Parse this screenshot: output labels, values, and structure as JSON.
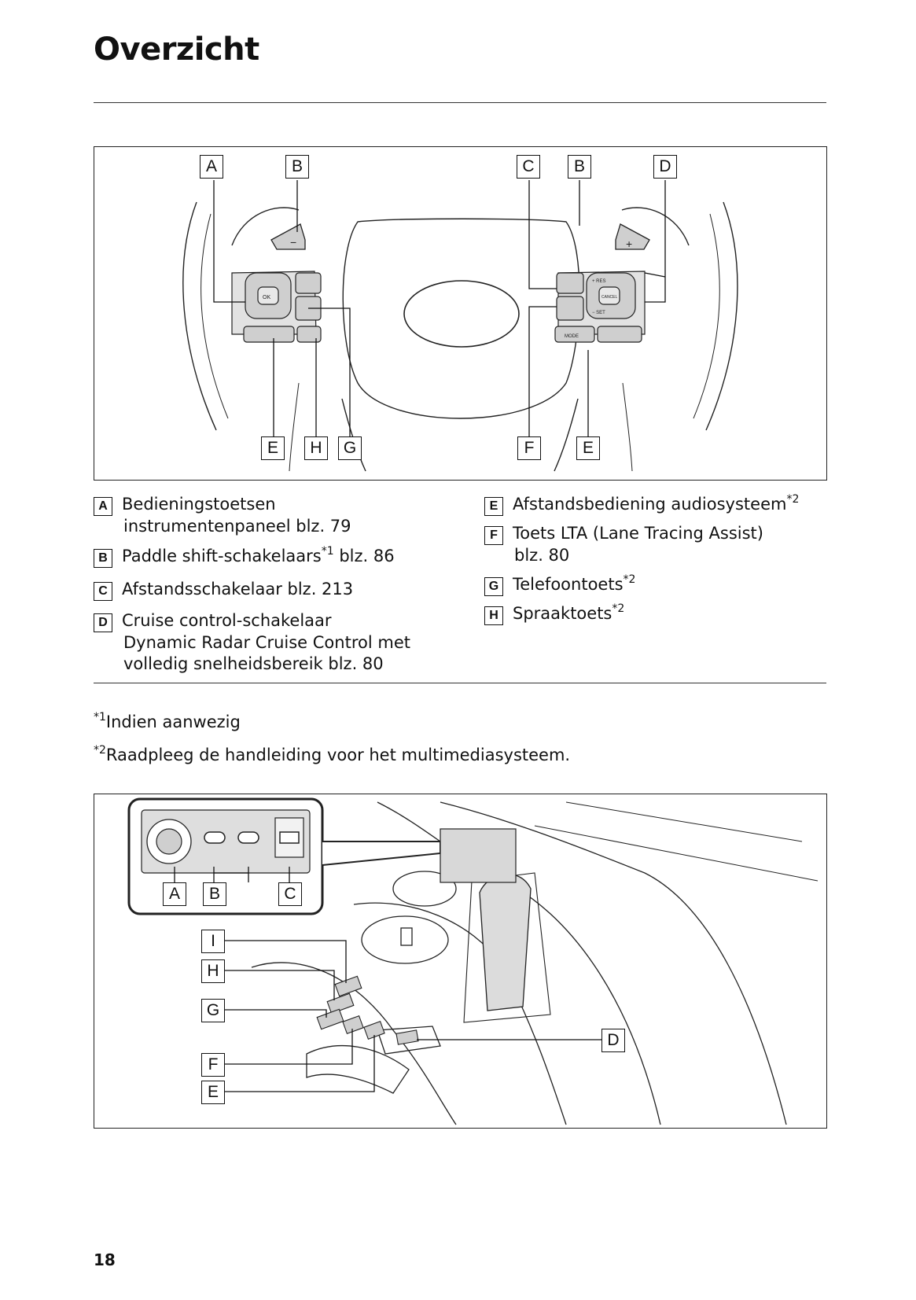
{
  "page": {
    "title": "Overzicht",
    "page_number": "18"
  },
  "figure1": {
    "callouts": [
      "A",
      "B",
      "C",
      "B",
      "D",
      "E",
      "H",
      "G",
      "F",
      "E"
    ],
    "button_labels": {
      "ok": "OK",
      "res": "+ RES",
      "set": "− SET",
      "cancel": "CANCEL",
      "mode": "MODE",
      "minus": "−",
      "plus": "+"
    }
  },
  "legend_left": [
    {
      "key": "A",
      "line1": "Bedieningstoetsen",
      "line2": "instrumentenpaneel blz. 79",
      "line3": "",
      "sup": ""
    },
    {
      "key": "B",
      "line1": "Paddle shift-schakelaars",
      "sup": "*1",
      "after": " blz. 86"
    },
    {
      "key": "C",
      "line1": "Afstandsschakelaar blz. 213"
    },
    {
      "key": "D",
      "line1": "Cruise control-schakelaar",
      "line2": "Dynamic Radar Cruise Control met",
      "line3": "volledig snelheidsbereik blz. 80"
    }
  ],
  "legend_right": [
    {
      "key": "E",
      "line1": "Afstandsbediening audiosysteem",
      "sup": "*2"
    },
    {
      "key": "F",
      "line1": "Toets LTA (Lane Tracing Assist)",
      "line2": "blz. 80"
    },
    {
      "key": "G",
      "line1": "Telefoontoets",
      "sup": "*2"
    },
    {
      "key": "H",
      "line1": "Spraaktoets",
      "sup": "*2"
    }
  ],
  "notes": [
    {
      "marker": "*1",
      "text": "Indien aanwezig"
    },
    {
      "marker": "*2",
      "text": "Raadpleeg de handleiding voor het multimediasysteem."
    }
  ],
  "figure2": {
    "callouts": [
      "A",
      "B",
      "C",
      "I",
      "H",
      "G",
      "F",
      "E",
      "D"
    ]
  }
}
